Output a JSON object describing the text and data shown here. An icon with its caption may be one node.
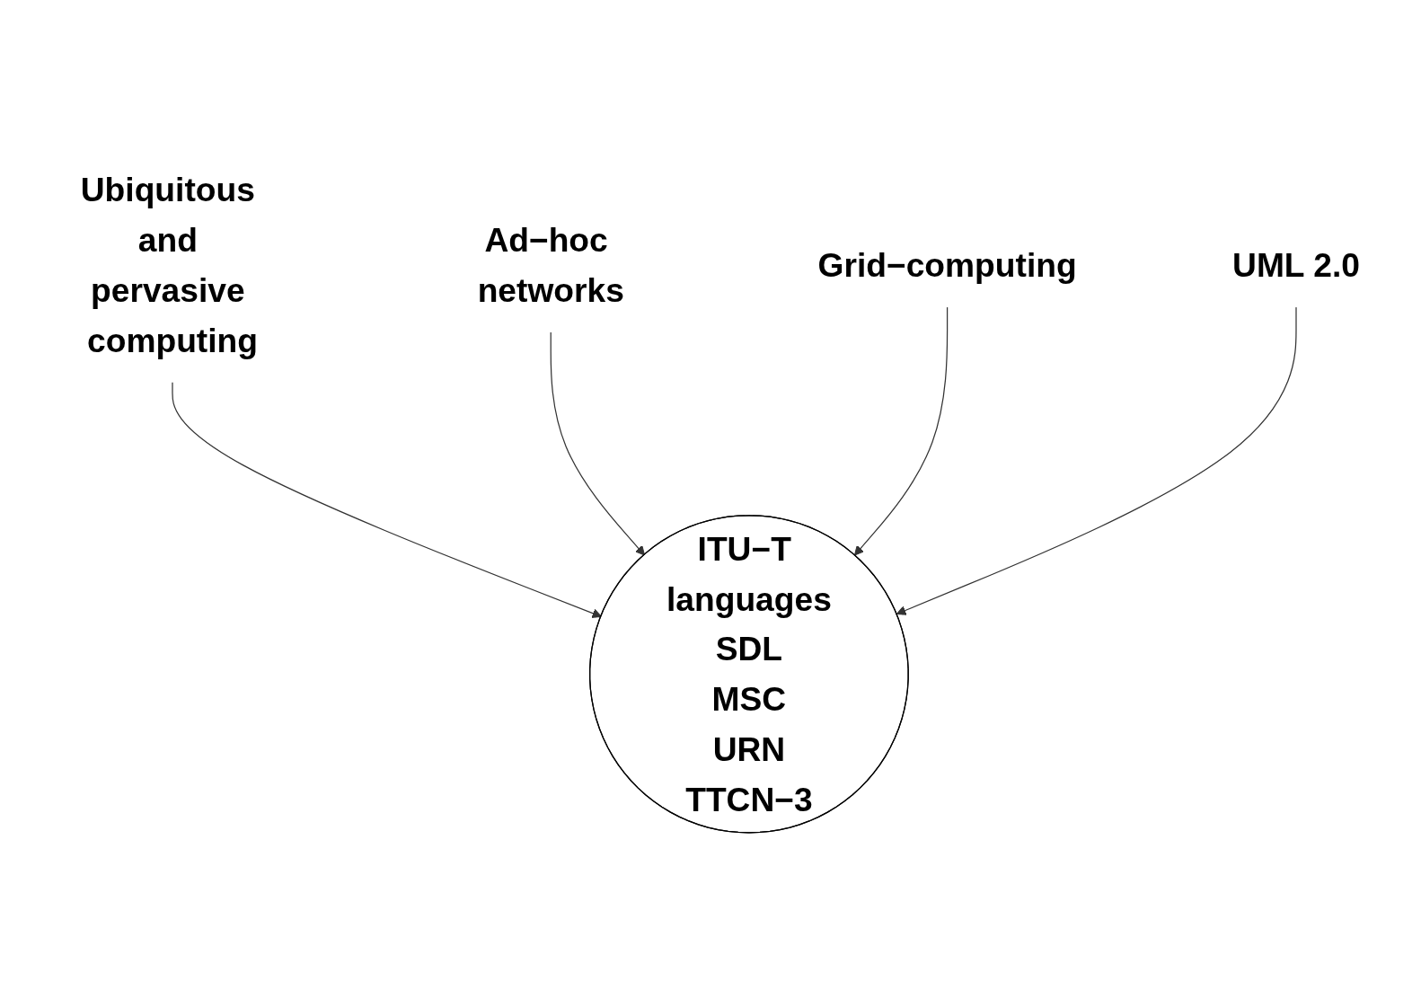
{
  "diagram": {
    "nodes": [
      {
        "text": [
          "Ubiquitous and pervasive computing"
        ]
      },
      {
        "text": [
          "Ad−hoc networks"
        ]
      },
      {
        "text": [
          "ITU−T languages",
          "SDL",
          "MSC",
          "URN",
          "TTCN−3"
        ]
      },
      {
        "text": [
          "Grid−computing"
        ]
      },
      {
        "text": [
          "UML 2.0"
        ]
      }
    ],
    "edges": [
      {
        "from": 0,
        "to": 2,
        "arrow": "to"
      },
      {
        "from": 1,
        "to": 2,
        "arrow": "to"
      },
      {
        "from": 3,
        "to": 2,
        "arrow": "to"
      },
      {
        "from": 4,
        "to": 2,
        "arrow": "to"
      }
    ]
  }
}
